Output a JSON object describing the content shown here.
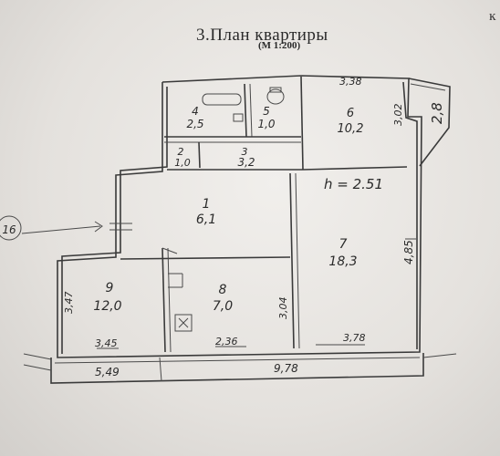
{
  "title": "3.План  квартиры",
  "scale": "(М  1:200)",
  "corner_mark": "ĸ",
  "ceiling_height": "h = 2.51",
  "marker": "16",
  "rooms": [
    {
      "num": "4",
      "area": "2,5"
    },
    {
      "num": "5",
      "area": "1,0"
    },
    {
      "num": "6",
      "area": "10,2"
    },
    {
      "num": "2",
      "area": "1,0"
    },
    {
      "num": "3",
      "area": "3,2"
    },
    {
      "num": "1",
      "area": "6,1"
    },
    {
      "num": "7",
      "area": "18,3"
    },
    {
      "num": "9",
      "area": "12,0"
    },
    {
      "num": "8",
      "area": "7,0"
    }
  ],
  "dimensions": {
    "top_right": "3,38",
    "room6_right": "3,02",
    "balcony_side": "2,8",
    "room7_right": "4,85",
    "room9_left": "3,47",
    "room8_right": "3,04",
    "room9_bottom": "3,45",
    "room8_bottom": "2,36",
    "room7_bottom": "3,78",
    "loggia_left": "5,49",
    "loggia_right": "9,78"
  }
}
